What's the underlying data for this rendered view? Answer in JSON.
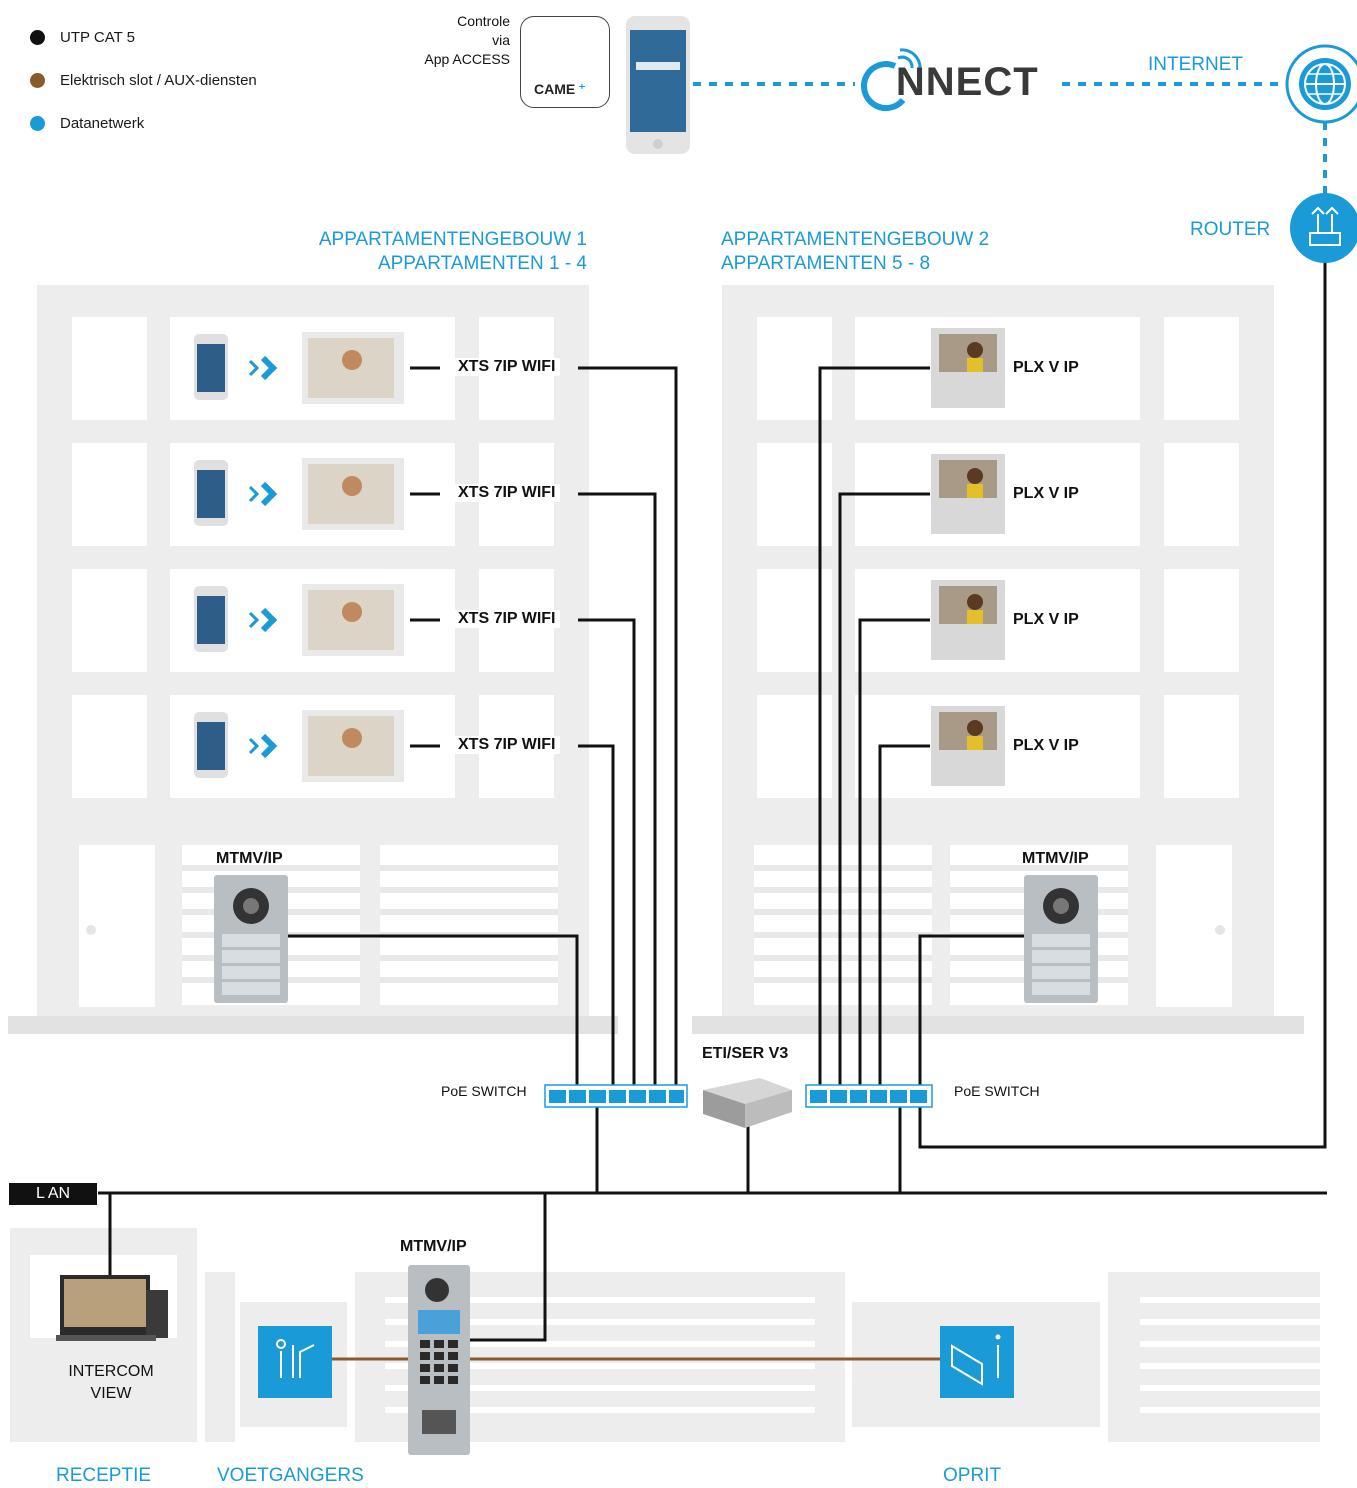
{
  "legend": [
    {
      "label": "UTP CAT 5",
      "color": "#111111"
    },
    {
      "label": "Elektrisch slot / AUX-diensten",
      "color": "#8a5a2e"
    },
    {
      "label": "Datanetwerk",
      "color": "#1a9bd7"
    }
  ],
  "top": {
    "controle": [
      "Controle",
      "via",
      "App ACCESS"
    ],
    "came_brand": "CAME",
    "connect_initial": "C",
    "connect_rest": "NNECT",
    "internet": "INTERNET",
    "router": "ROUTER"
  },
  "building1": {
    "title_line1": "APPARTAMENTENGEBOUW 1",
    "title_line2": "APPARTAMENTEN 1 - 4",
    "monitor_label": "XTS 7IP WIFI",
    "door_station": "MTMV/IP",
    "switch": "PoE SWITCH"
  },
  "building2": {
    "title_line1": "APPARTAMENTENGEBOUW 2",
    "title_line2": "APPARTAMENTEN 5 - 8",
    "monitor_label": "PLX V IP",
    "door_station": "MTMV/IP",
    "switch": "PoE SWITCH"
  },
  "server": "ETI/SER V3",
  "lan": "L AN",
  "ground": {
    "intercom_line1": "INTERCOM",
    "intercom_line2": "VIEW",
    "door_station": "MTMV/IP",
    "receptie": "RECEPTIE",
    "voetgangers": "VOETGANGERS",
    "oprit": "OPRIT"
  },
  "colors": {
    "building": "#ededed",
    "window": "#ffffff",
    "accent_blue": "#1a9bd7",
    "cable_black": "#111111",
    "cable_brown": "#8a5a2e"
  }
}
